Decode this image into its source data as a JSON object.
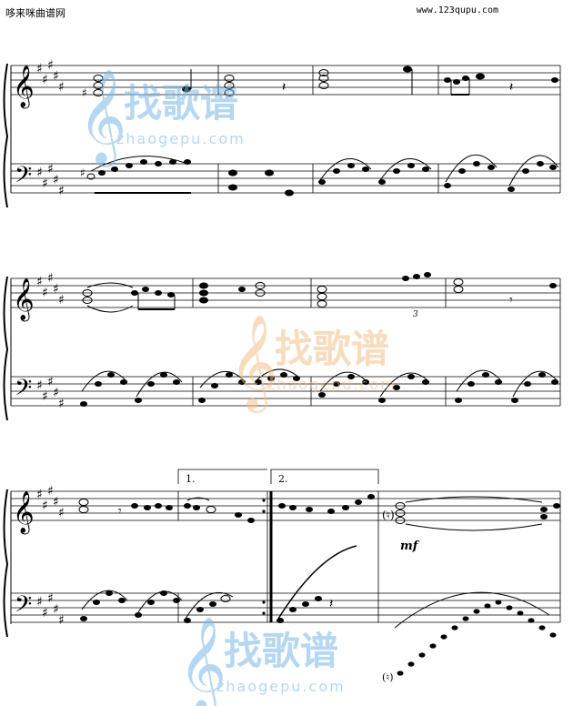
{
  "header": {
    "site_name": "哆来咪曲谱网",
    "site_url": "www.123qupu.com"
  },
  "watermark": {
    "brand": "找歌谱",
    "domain": "zhaogepu.com",
    "color_blue": "#7ab8e6",
    "color_orange": "#f3c08a"
  },
  "score": {
    "volta_1": "1.",
    "volta_2": "2.",
    "dynamic": "mf",
    "triplet": "3"
  }
}
